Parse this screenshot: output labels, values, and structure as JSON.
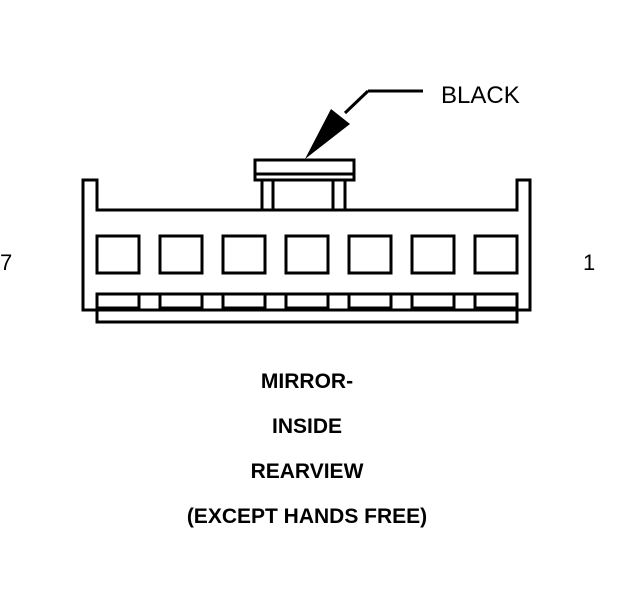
{
  "diagram": {
    "callout_label": "BLACK",
    "pin_left_label": "7",
    "pin_right_label": "1",
    "caption_lines": [
      "MIRROR-",
      "INSIDE",
      "REARVIEW",
      "(EXCEPT HANDS FREE)"
    ],
    "cavity_count": 7,
    "line_color": "#000000",
    "background_color": "#ffffff"
  }
}
